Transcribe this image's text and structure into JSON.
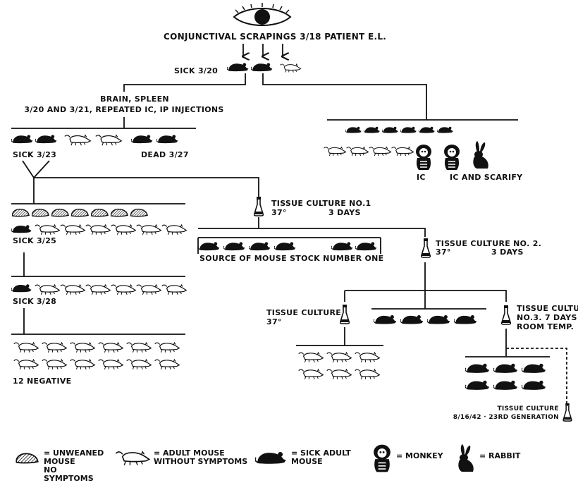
{
  "header": {
    "source": "Conjunctival scrapings 3/18   Patient E.L.",
    "sick_first": "Sick 3/20"
  },
  "brain": {
    "line1": "Brain, spleen",
    "line2": "3/20 and 3/21, repeated IC, IP injections"
  },
  "left_branch": {
    "sick_323": "Sick 3/23",
    "dead_327": "Dead 3/27",
    "sick_325": "Sick 3/25",
    "sick_328": "Sick 3/28",
    "negative": "12 negative"
  },
  "right_branch": {
    "ic": "IC",
    "ic_scarify": "IC and scarify"
  },
  "tissue_cultures": {
    "tc1_title": "Tissue culture No.1",
    "tc1_temp": "37°",
    "tc1_days": "3 days",
    "mouse_stock": "Source of mouse stock number one",
    "tc2_title": "Tissue culture No. 2.",
    "tc2_temp": "37°",
    "tc2_days": "3 days",
    "tc_left_title": "Tissue culture",
    "tc_left_temp": "37°",
    "tc3_title": "Tissue culture",
    "tc3_line2": "No.3.  7 days",
    "tc3_line3": "Room temp.",
    "final_title": "Tissue culture",
    "final_gen": "8/16/42 · 23rd generation"
  },
  "legend": {
    "unweaned": "= Unweaned mouse",
    "no_symptoms": "No symptoms",
    "adult": "= Adult mouse without symptoms",
    "sick_adult": "= Sick adult mouse",
    "monkey": "= Monkey",
    "rabbit": "= Rabbit"
  },
  "icon_types": [
    "eye-icon",
    "unweaned-mouse-icon",
    "adult-mouse-icon",
    "sick-mouse-icon",
    "monkey-icon",
    "rabbit-icon",
    "flask-icon",
    "arrow-down-icon"
  ]
}
